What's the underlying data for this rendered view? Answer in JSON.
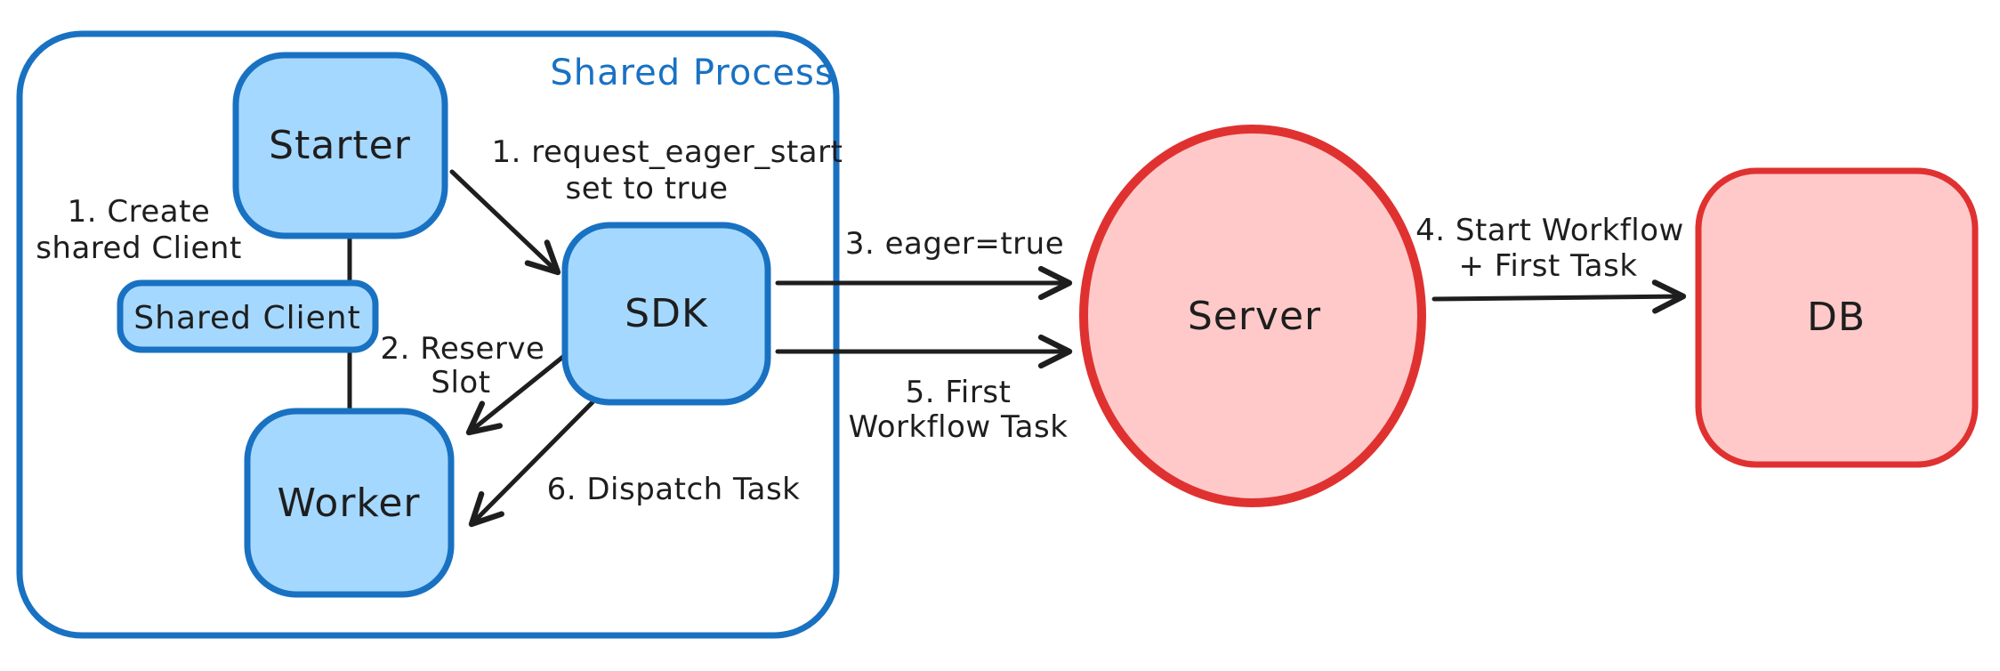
{
  "diagram": {
    "container": {
      "label": "Shared Process"
    },
    "nodes": {
      "starter": {
        "label": "Starter"
      },
      "shared_client": {
        "label": "Shared Client"
      },
      "worker": {
        "label": "Worker"
      },
      "sdk": {
        "label": "SDK"
      },
      "server": {
        "label": "Server"
      },
      "db": {
        "label": "DB"
      }
    },
    "annotations": {
      "create_shared_client": {
        "line1": "1. Create",
        "line2": "shared Client"
      },
      "request_eager_start": {
        "line1": "1. request_eager_start",
        "line2": "set to true"
      },
      "reserve_slot": {
        "line1": "2. Reserve",
        "line2": "Slot"
      },
      "eager_true": {
        "line1": "3. eager=true"
      },
      "start_workflow": {
        "line1": "4. Start Workflow",
        "line2": "+ First Task"
      },
      "first_workflow_task": {
        "line1": "5. First",
        "line2": "Workflow Task"
      },
      "dispatch_task": {
        "line1": "6. Dispatch Task"
      }
    },
    "colors": {
      "blue_stroke": "#1971c2",
      "blue_fill": "#a5d8ff",
      "red_stroke": "#e03131",
      "red_fill": "#ffc9c9",
      "ink": "#1e1e1e",
      "background": "#ffffff"
    }
  }
}
